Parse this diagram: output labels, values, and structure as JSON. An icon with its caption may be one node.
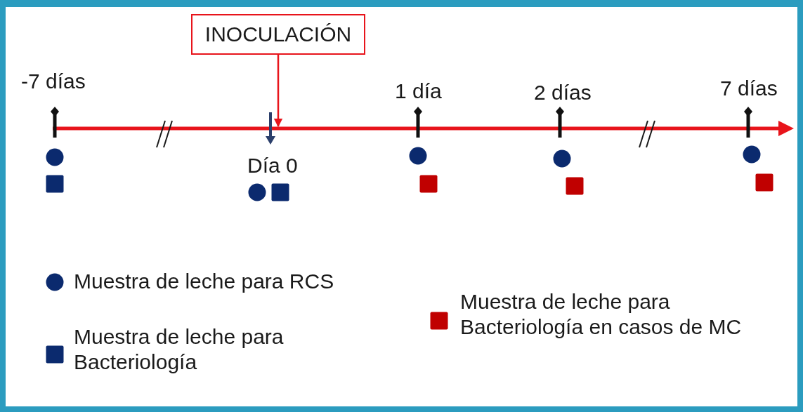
{
  "diagram": {
    "nodes": [
      {
        "text": [
          "INOCULACIÓN"
        ]
      },
      {
        "text": [],
        "shape": "arrow"
      }
    ],
    "edges": [
      {
        "from": 0,
        "to": 1,
        "arrow": "to",
        "color": "#e8141b"
      }
    ],
    "labels": [
      "-7 días",
      "1 día",
      "2 días",
      "7 días",
      "Día 0"
    ],
    "legend": [
      {
        "text": "Muestra de leche para RCS",
        "color": "#0b2a6e"
      },
      {
        "text": "Muestra de leche para Bacteriología",
        "color": "#0b2a6e"
      },
      {
        "text": "Muestra de leche para Bacteriología en casos de MC",
        "color": "#c00000"
      }
    ]
  }
}
